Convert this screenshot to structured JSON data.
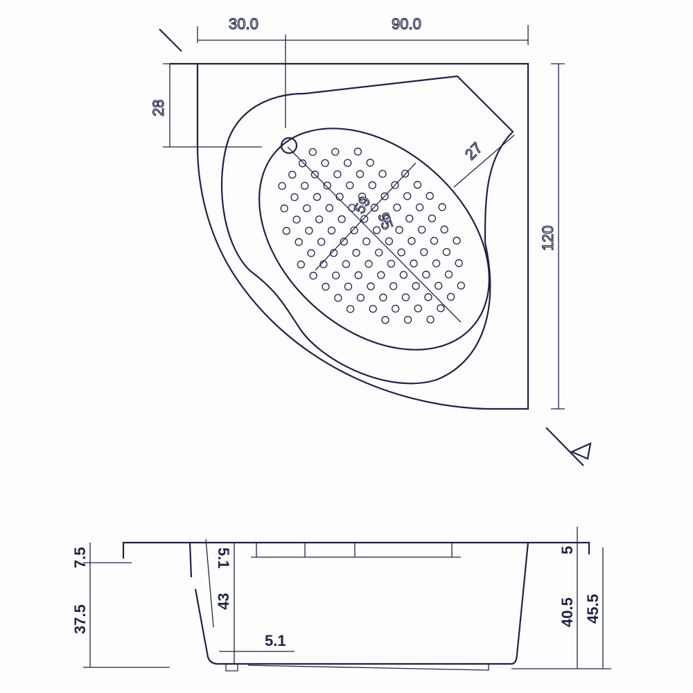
{
  "plan_view": {
    "dims": {
      "top_left_width": "30.0",
      "top_right_width": "90.0",
      "left_offset": "28",
      "headrest": "27",
      "basin_width": "59",
      "basin_length": "95",
      "overall_side": "120"
    },
    "colors": {
      "line": "#1b2347",
      "background": "#fdfdfd"
    }
  },
  "section_view": {
    "dims": {
      "left_rim": "7.5",
      "left_height": "37.5",
      "wall_top": "5.1",
      "wall_depth": "43",
      "bottom_offset": "5.1",
      "right_rim": "5",
      "right_inner": "40.5",
      "right_total": "45.5"
    }
  }
}
